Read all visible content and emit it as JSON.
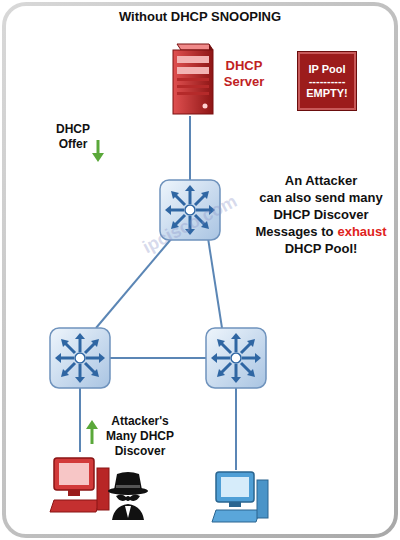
{
  "diagram": {
    "title": "Without DHCP SNOOPING",
    "nodes": [
      {
        "text": [
          "DHCP Server"
        ]
      },
      {
        "text": [
          "IP Pool",
          "----------",
          "EMPTY!"
        ]
      }
    ],
    "labels": [
      "DHCP Offer",
      "An Attacker",
      "can also send many",
      "DHCP Discover",
      "Messages to",
      "exhaust",
      "DHCP Pool!",
      "Attacker's Many DHCP Discover",
      "ipcisco.com"
    ]
  }
}
